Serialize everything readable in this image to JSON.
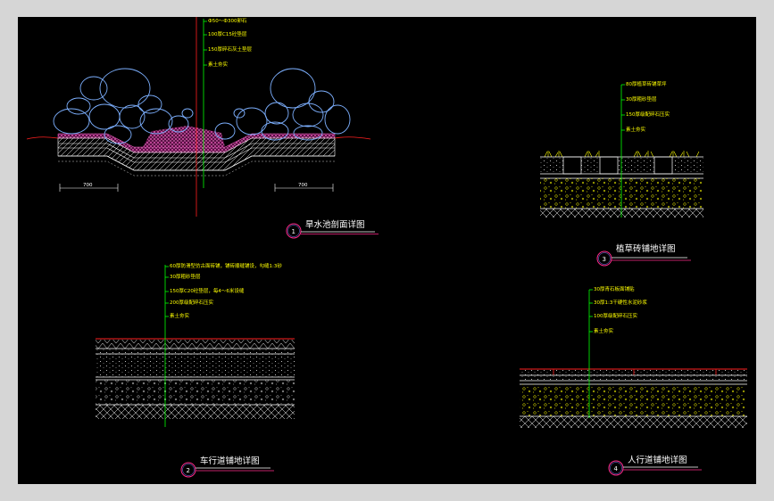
{
  "colors": {
    "background": "#000000",
    "frame": "#d6d6d6",
    "leader": "#00ff00",
    "label": "#ffff00",
    "red": "#ff2020",
    "circle": "#ff2a8a",
    "rock": "#7db0ff",
    "gravel": "#ff66cc",
    "hatch": "#ffffff",
    "underline": "#ff2a8a"
  },
  "detail1": {
    "title": "旱水池剖面详图",
    "number": "1",
    "labels": [
      "Ф50～Ф300卵石",
      "100厚C15砼垫层",
      "150厚碎石灰土垫层",
      "素土夯实"
    ],
    "dims": [
      "700",
      "700"
    ]
  },
  "detail2": {
    "title": "车行道铺地详图",
    "number": "2",
    "labels": [
      "60厚防滑型仿古面砖铺，铺砖顺缝铺设，勾缝1:3砂",
      "30厚粗砂垫层",
      "150厚C20砼垫层，每4～6米设缝",
      "200厚级配碎石压实",
      "素土夯实"
    ]
  },
  "detail3": {
    "title": "植草砖铺地详图",
    "number": "3",
    "labels": [
      "80厚植草砖铺草坪",
      "30厚粗砂垫层",
      "150厚级配碎石压实",
      "素土夯实"
    ]
  },
  "detail4": {
    "title": "人行道铺地详图",
    "number": "4",
    "labels": [
      "30厚青石板面铺贴",
      "30厚1:3干硬性水泥砂浆",
      "100厚级配碎石压实",
      "素土夯实"
    ]
  }
}
